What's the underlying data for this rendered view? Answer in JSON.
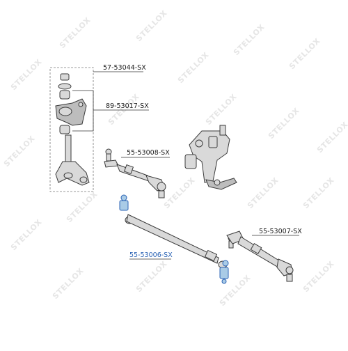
{
  "parts": {
    "p1": "57-53044-SX",
    "p2": "89-53017-SX",
    "p3": "55-53008-SX",
    "p4": "55-53007-SX",
    "p5": "55-53006-SX"
  },
  "watermark": "STELLOX",
  "colors": {
    "highlight": "#2b63b5",
    "highlight_fill": "#a9cbe6",
    "part_fill": "#d9d9d9",
    "line": "#333333",
    "watermark": "#e6e6e6"
  }
}
